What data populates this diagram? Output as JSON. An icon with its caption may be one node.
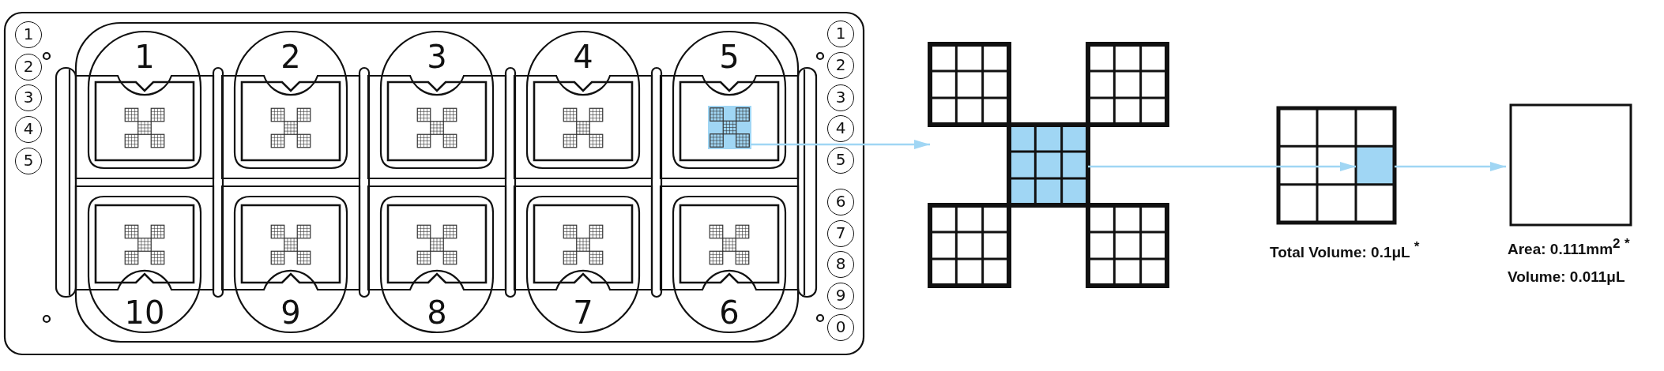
{
  "diagram": {
    "nodes": [
      {
        "text": [],
        "shape": "box"
      },
      {
        "text": [],
        "shape": "box"
      },
      {
        "text": [],
        "shape": "box",
        "in": 1
      },
      {
        "text": [
          "Total Volume: 0.1μL $^{*}$"
        ]
      },
      {
        "text": [],
        "shape": "box",
        "in": 3
      },
      {
        "text": [
          "Area: 0.111mm$^{2}$ $^{*}$",
          "Volume: 0.011μL"
        ]
      }
    ],
    "edges": [
      {
        "from": 0,
        "to": 1,
        "arrow": "to"
      },
      {
        "from": 2,
        "to": 4,
        "arrow": "to"
      },
      {
        "from": 4,
        "to": 5,
        "arrow": "to"
      }
    ],
    "labels": [
      "1",
      "2",
      "3",
      "4",
      "5",
      "1",
      "2",
      "3",
      "4",
      "5",
      "1",
      "2",
      "3",
      "4",
      "5",
      "6",
      "7",
      "8",
      "9",
      "0",
      "10",
      "9",
      "8",
      "7",
      "6"
    ]
  }
}
